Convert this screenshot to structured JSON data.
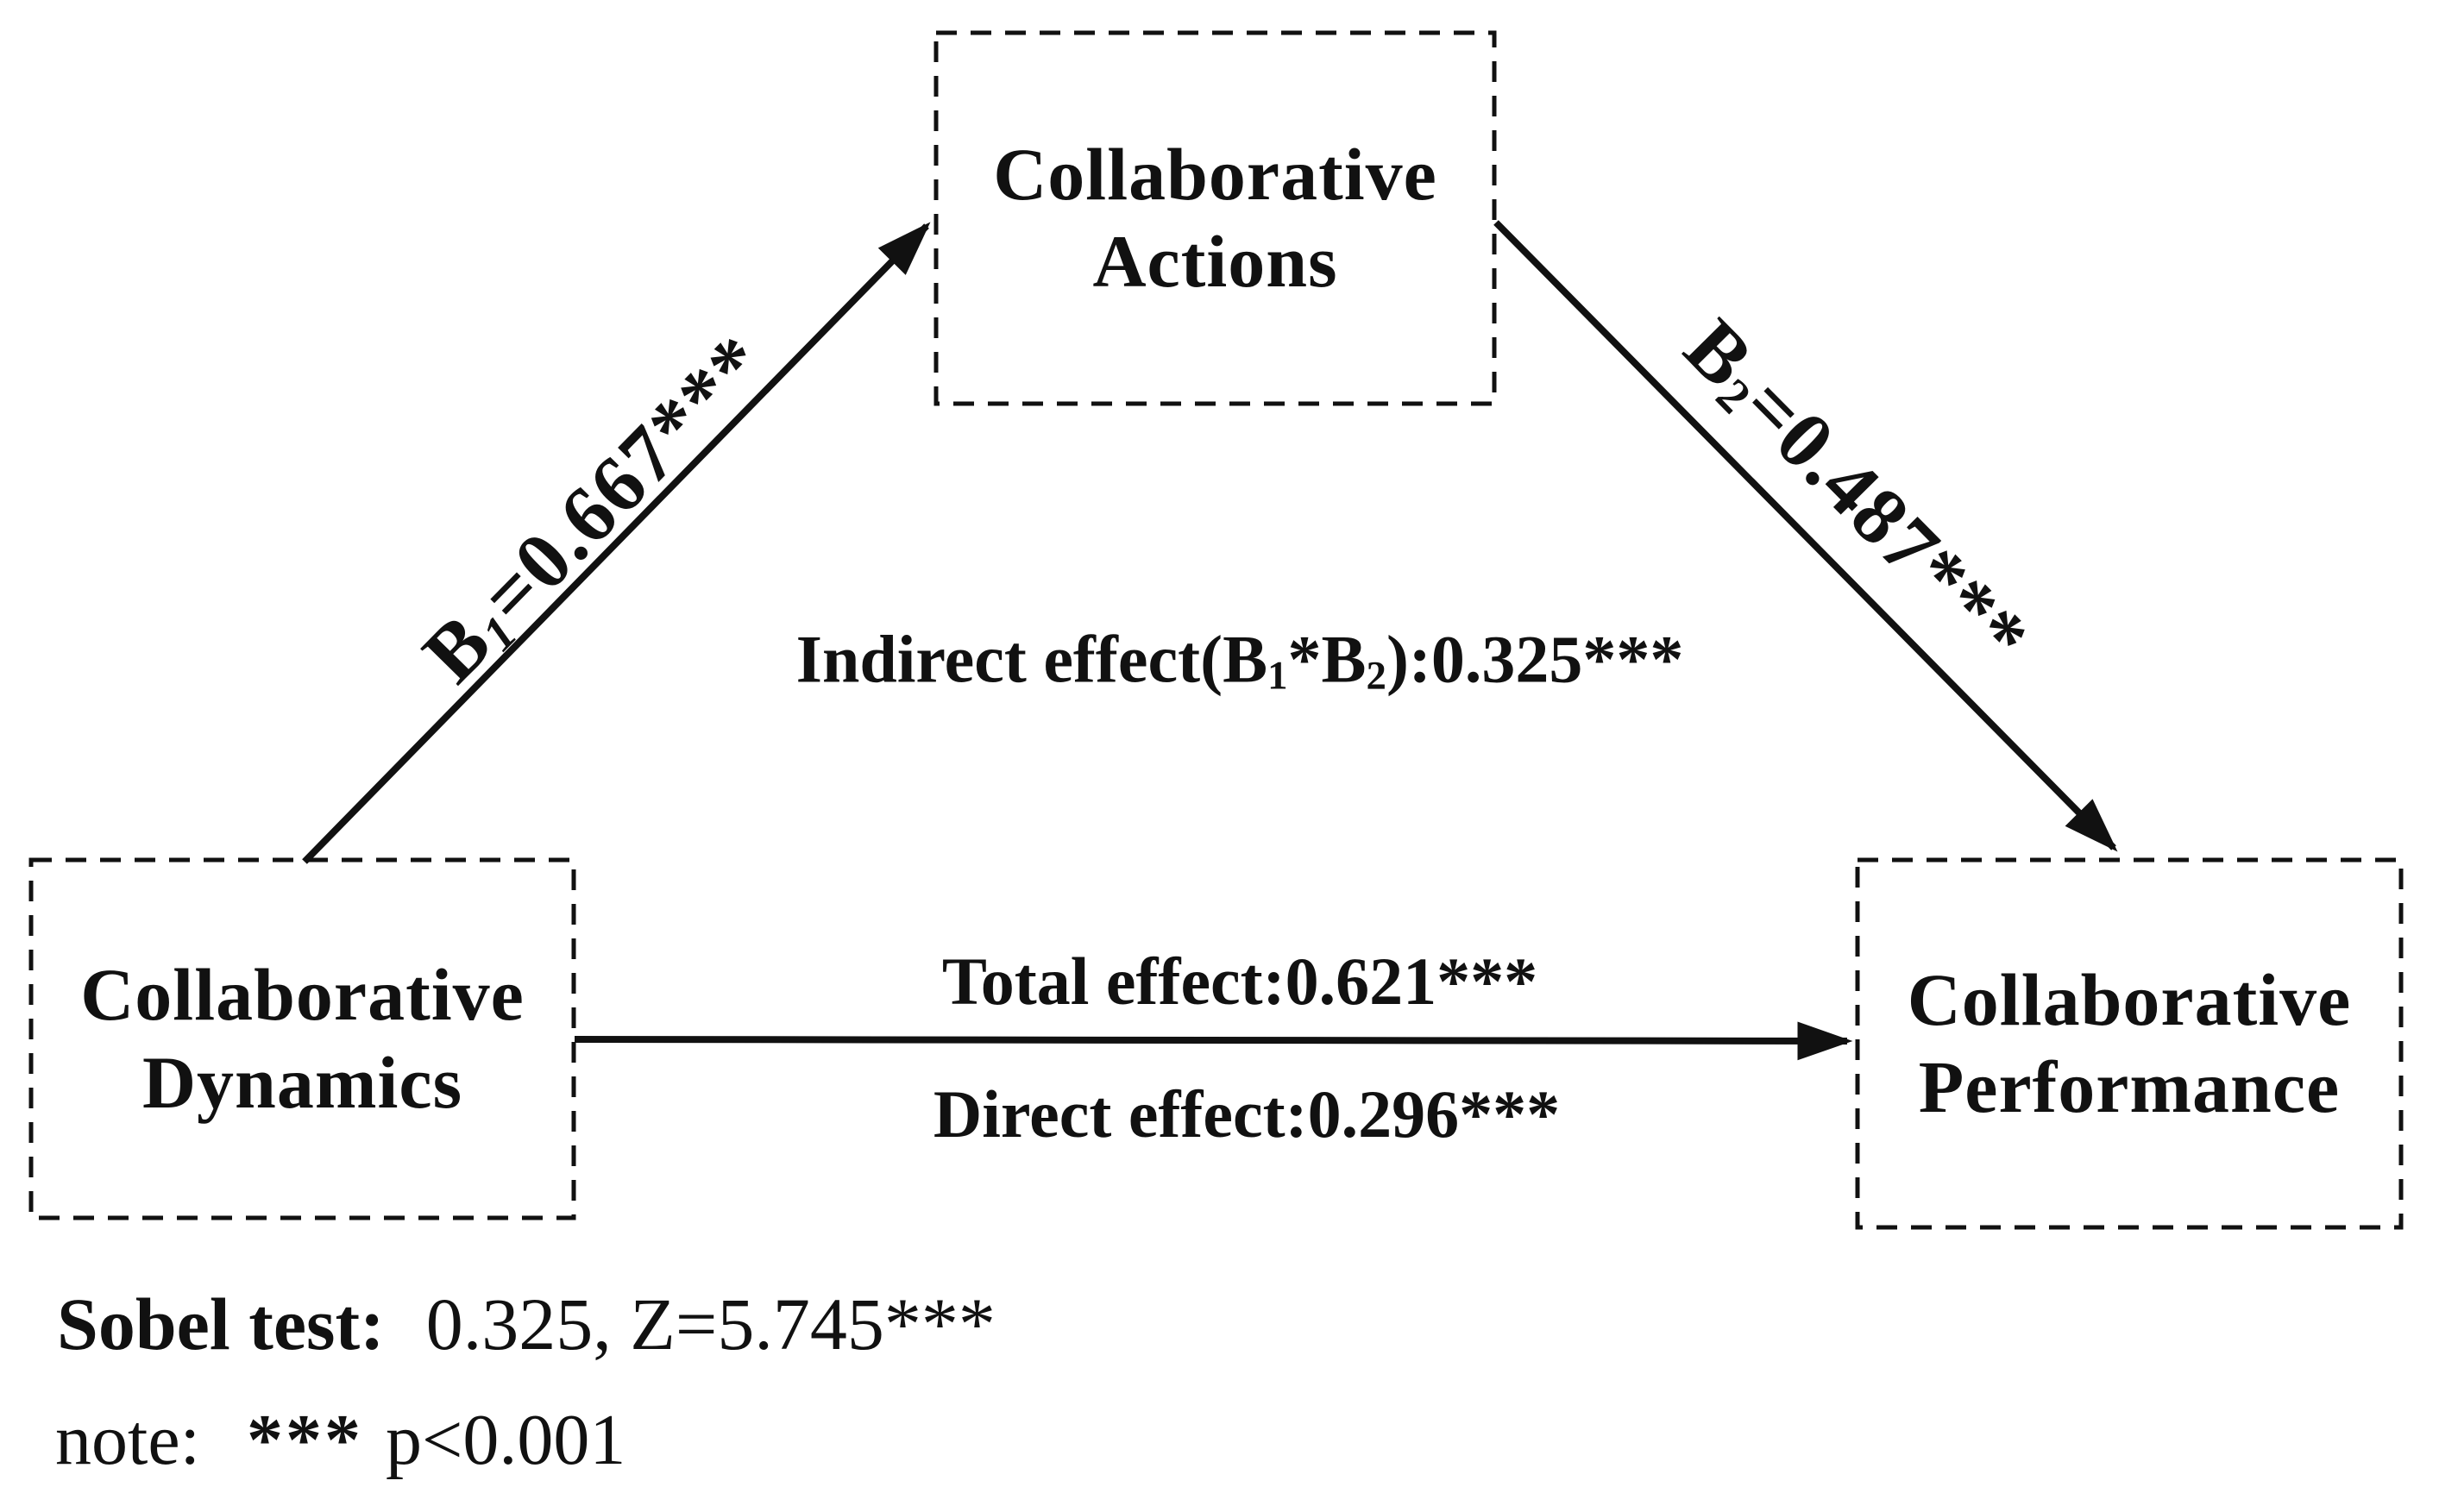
{
  "colors": {
    "ink": "#111111",
    "background": "#ffffff"
  },
  "boxes": {
    "mediator": {
      "line1": "Collaborative",
      "line2": "Actions"
    },
    "independent": {
      "line1": "Collaborative",
      "line2": "Dynamics"
    },
    "dependent": {
      "line1": "Collaborative",
      "line2": "Performance"
    }
  },
  "paths": {
    "a": {
      "base": "B",
      "sub": "1",
      "rest": "=0.667***"
    },
    "b": {
      "base": "B",
      "sub": "2",
      "rest": "=0.487***"
    },
    "indirect": {
      "p1": "Indirect effect(B",
      "sub1": "1",
      "p2": "*B",
      "sub2": "2",
      "p3": "):0.325***"
    },
    "total": "Total effect:0.621***",
    "direct": "Direct effect:0.296***"
  },
  "footnotes": {
    "sobel_label": "Sobel test:",
    "sobel_value": "0.325, Z=5.745***",
    "note_label": "note:",
    "note_stars": "***",
    "note_rest": "p<0.001"
  }
}
